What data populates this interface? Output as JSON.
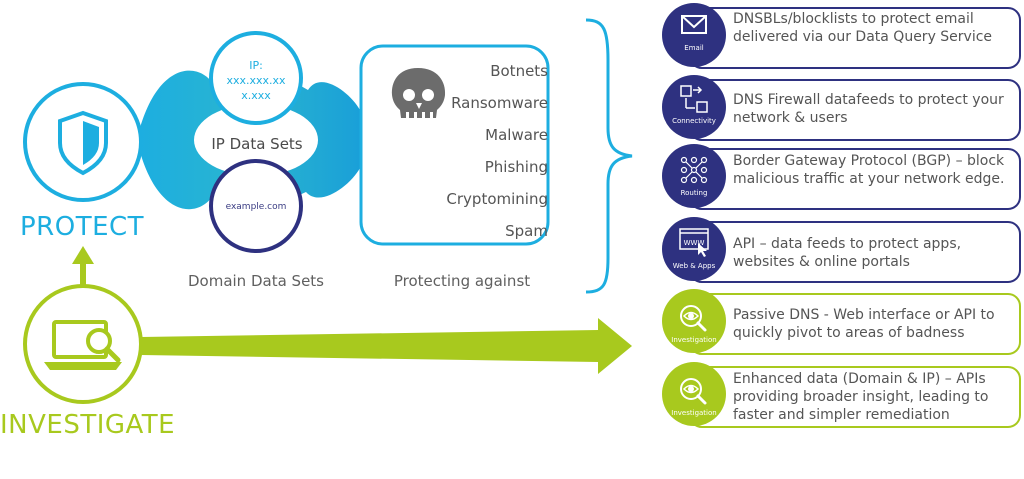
{
  "protect": {
    "label": "PROTECT"
  },
  "investigate": {
    "label": "INVESTIGATE"
  },
  "ip_set": {
    "line1": "IP:",
    "line2": "xxx.xxx.xx",
    "line3": "x.xxx"
  },
  "domain_set": {
    "example": "example.com"
  },
  "ip_data_sets_label": "IP Data Sets",
  "domain_data_sets_label": "Domain Data Sets",
  "protecting_against_label": "Protecting against",
  "threats": [
    "Botnets",
    "Ransomware",
    "Malware",
    "Phishing",
    "Cryptomining",
    "Spam"
  ],
  "cards": [
    {
      "icon": "envelope-icon",
      "caption": "Email",
      "text": "DNSBLs/blocklists to protect email delivered via our Data Query Service"
    },
    {
      "icon": "connectivity-icon",
      "caption": "Connectivity",
      "text": "DNS Firewall datafeeds to protect your network & users"
    },
    {
      "icon": "routing-icon",
      "caption": "Routing",
      "text": "Border Gateway Protocol (BGP) – block malicious traffic at your network edge."
    },
    {
      "icon": "www-icon",
      "caption": "Web & Apps",
      "text": "API – data feeds to protect apps, websites & online portals"
    },
    {
      "icon": "investigation-eye-icon",
      "caption": "Investigation",
      "text": "Passive DNS - Web interface or API to quickly pivot to areas of badness"
    },
    {
      "icon": "investigation-eye-icon",
      "caption": "Investigation",
      "text": "Enhanced data (Domain & IP) – APIs providing broader insight, leading to faster and simpler remediation"
    }
  ],
  "colors": {
    "protect_blue": "#1daee0",
    "navy": "#2e3180",
    "investigate_green": "#a8c91e",
    "text_grey": "#555555"
  }
}
